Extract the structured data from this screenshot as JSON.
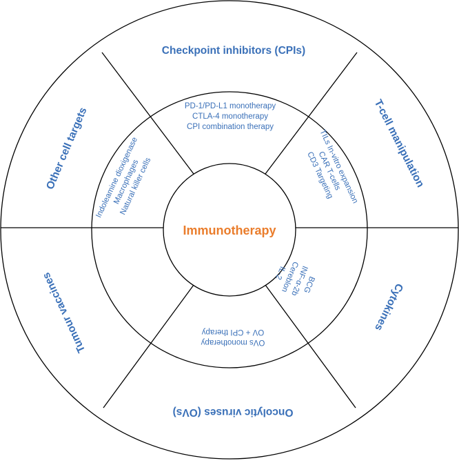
{
  "colors": {
    "label": "#3a70b8",
    "center": "#ea7d2c",
    "stroke": "#000000",
    "background": "#ffffff"
  },
  "center": {
    "label": "Immunotherapy"
  },
  "sectors": [
    {
      "id": "checkpoint",
      "outer": "Checkpoint inhibitors (CPIs)",
      "inner": [
        "PD-1/PD-L1 monotherapy",
        "CTLA-4 monotherapy",
        "CPI combination therapy"
      ]
    },
    {
      "id": "tcell",
      "outer": "T-cell manipulation",
      "inner": [
        "TILs In-vitro expansion",
        "CAR T-cells",
        "CD3 Targeting"
      ]
    },
    {
      "id": "cytokines",
      "outer": "Cytokines",
      "inner": [
        "BCG",
        "INF-α-2b",
        "Cereblon",
        "IL-2"
      ]
    },
    {
      "id": "ovs",
      "outer": "Oncolytic viruses  (OVs)",
      "inner": [
        "OVs monotherapy",
        "OV + CPI therapy"
      ]
    },
    {
      "id": "vaccines",
      "outer": "Tumour vaccines",
      "inner": []
    },
    {
      "id": "other",
      "outer": "Other cell targets",
      "inner": [
        "Indoleamine dioxigenase",
        "Macrophages",
        "Natural killer cells"
      ]
    }
  ]
}
